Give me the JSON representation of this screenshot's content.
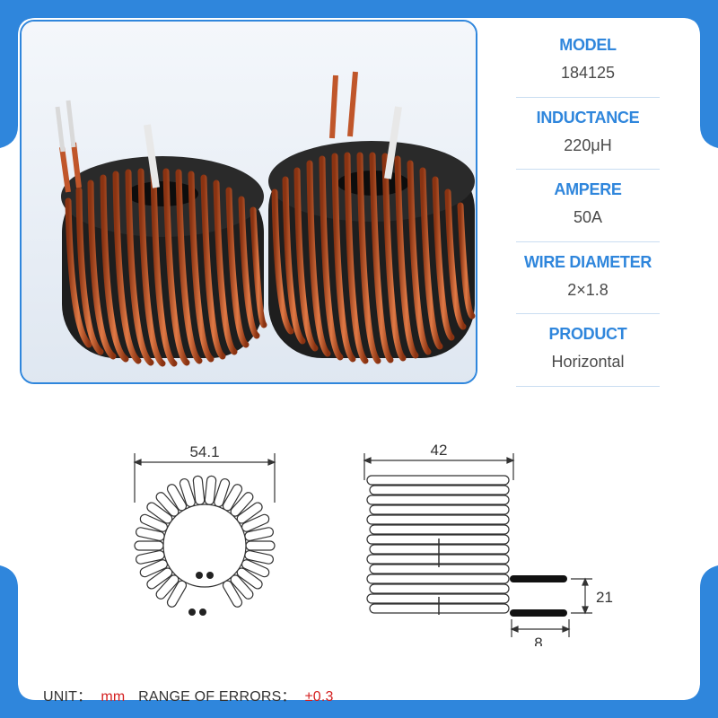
{
  "specs": [
    {
      "label": "MODEL",
      "value": "184125"
    },
    {
      "label": "INDUCTANCE",
      "value": "220μH"
    },
    {
      "label": "AMPERE",
      "value": "50A"
    },
    {
      "label": "WIRE DIAMETER",
      "value": "2×1.8"
    },
    {
      "label": "PRODUCT",
      "value": "Horizontal"
    }
  ],
  "dimensions": {
    "outer_diameter": "54.1",
    "width": "42",
    "lead_spacing": "21",
    "lead_length": "8"
  },
  "footer": {
    "unit_label": "UNIT：",
    "unit_value": "mm",
    "errors_label": "RANGE OF ERRORS：",
    "errors_value": "±0.3"
  },
  "colors": {
    "accent": "#2f86dc",
    "copper": "#c0562a",
    "error_red": "#d42020"
  }
}
